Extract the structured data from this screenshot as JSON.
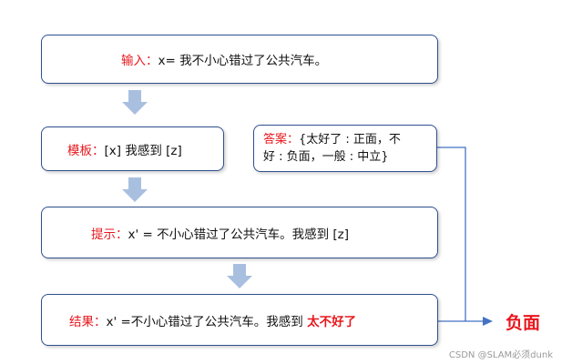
{
  "boxes": {
    "input": {
      "label": "输入：",
      "text": "x= 我不小心错过了公共汽车。"
    },
    "template": {
      "label": "模板：",
      "text": "[x] 我感到 [z]"
    },
    "answer": {
      "label": "答案：",
      "text_line1": "{太好了 : 正面，不",
      "text_line2": "好 : 负面，一般 : 中立}"
    },
    "prompt": {
      "label": "提示：",
      "text": "x' = 不小心错过了公共汽车。我感到 [z]"
    },
    "result": {
      "label": "结果：",
      "text": "x' =不小心错过了公共汽车。我感到 ",
      "highlight": "太不好了"
    }
  },
  "output": "负面",
  "watermark": "CSDN @SLAM必须dunk",
  "colors": {
    "label_red": "#e8161c",
    "box_border": "#2f4f8f",
    "down_arrow": "#a9bfe0",
    "connector": "#4472c4"
  }
}
